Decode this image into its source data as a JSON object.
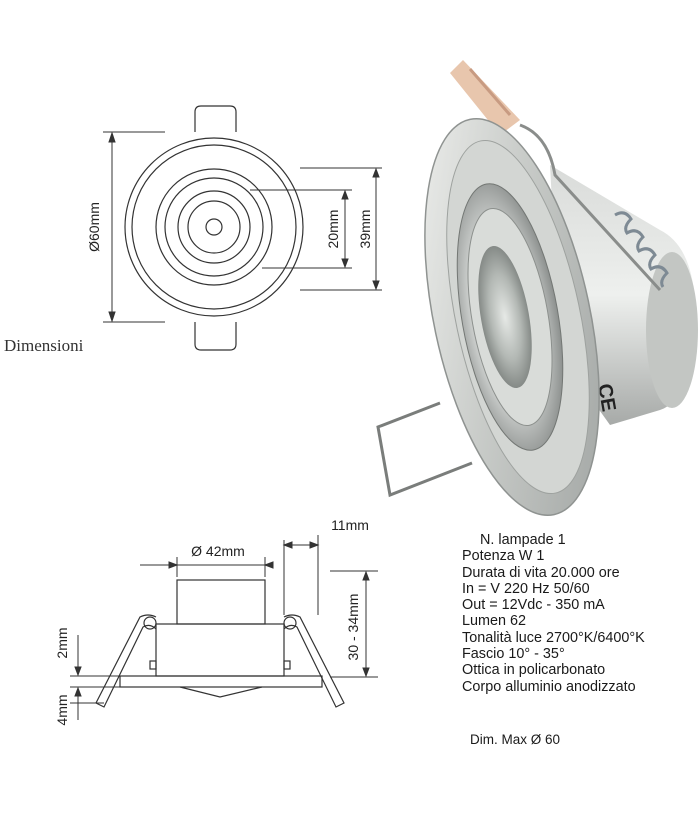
{
  "top_drawing": {
    "label_section": "Dimensioni",
    "dim_diameter": "Ø60mm",
    "dim_inner": "20mm",
    "dim_outer": "39mm"
  },
  "side_drawing": {
    "dim_top_width": "Ø 42mm",
    "dim_offset": "11mm",
    "dim_height": "30 - 34mm",
    "dim_small1": "2mm",
    "dim_small2": "4mm"
  },
  "specs": [
    "N. lampade 1",
    "Potenza  W 1",
    "Durata di vita 20.000 ore",
    "In = V 220  Hz 50/60",
    "Out = 12Vdc - 350 mA",
    "Lumen 62",
    "Tonalità luce 2700°K/6400°K",
    "Fascio 10° - 35°",
    "Ottica in policarbonato",
    "Corpo alluminio anodizzato"
  ],
  "dim_max": "Dim. Max   Ø  60",
  "product_photo": {
    "marking": "CE",
    "colors": {
      "aluminium_light": "#e2e4e2",
      "aluminium_mid": "#b9bcba",
      "aluminium_dark": "#8d918f",
      "cable_tape": "#e9c9b0"
    }
  }
}
